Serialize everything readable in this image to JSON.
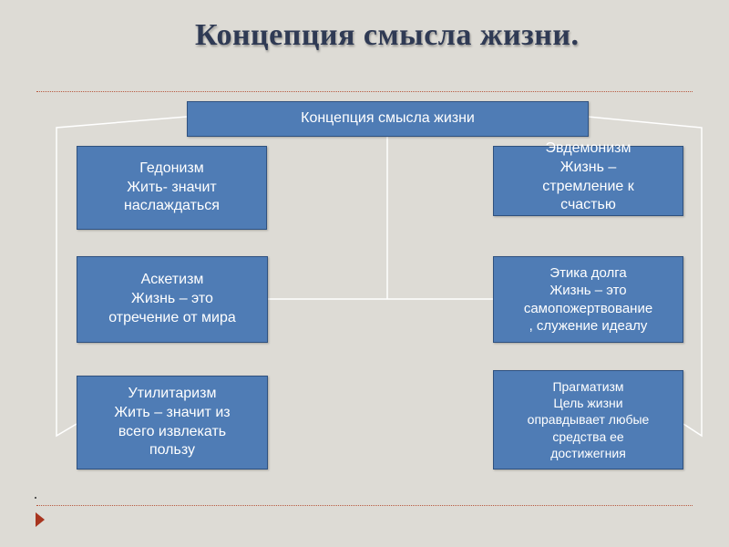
{
  "title": "Концепция смысла жизни.",
  "root": "Концепция смысла жизни",
  "left_boxes": [
    "Гедонизм\nЖить- значит\nнаслаждаться",
    "Аскетизм\nЖизнь – это\nотречение от мира",
    "Утилитаризм\nЖить – значит из\nвсего извлекать\nпользу"
  ],
  "right_boxes": [
    "Эвдемонизм\nЖизнь –\nстремление к\nсчастью",
    "Этика долга\nЖизнь – это\nсамопожертвование\n, служение идеалу",
    "Прагматизм\nЦель жизни\nоправдывает любые\nсредства ее\nдостижегния"
  ],
  "colors": {
    "background": "#dddbd5",
    "box_fill": "#4f7cb5",
    "box_border": "#2f517f",
    "title_text": "#2f3a54",
    "connector": "#ffffff",
    "accent": "#a8351f"
  }
}
